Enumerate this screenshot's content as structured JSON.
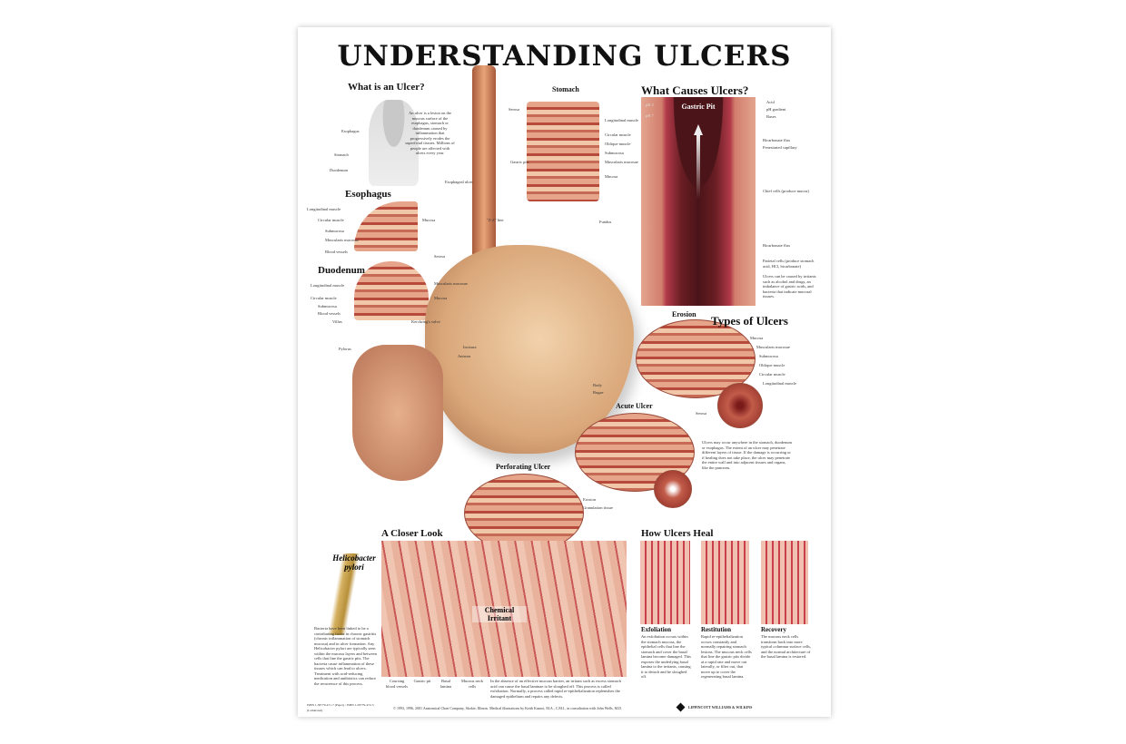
{
  "title": "UNDERSTANDING ULCERS",
  "sections": {
    "what_is": {
      "heading": "What is an Ulcer?",
      "text": "An ulcer is a lesion on the mucous surface of the esophagus, stomach or duodenum caused by inflammation that progressively erodes the superficial tissues. Millions of people are affected with ulcers every year.",
      "labels": [
        "Esophagus",
        "Stomach",
        "Duodenum"
      ]
    },
    "esophagus": {
      "heading": "Esophagus",
      "labels": [
        "Longitudinal muscle",
        "Circular muscle",
        "Submucosa",
        "Muscularis mucosae",
        "Blood vessels",
        "Mucosa"
      ]
    },
    "duodenum": {
      "heading": "Duodenum",
      "labels": [
        "Longitudinal muscle",
        "Circular muscle",
        "Submucosa",
        "Blood vessels",
        "Villus",
        "Serosa",
        "Muscularis mucosae",
        "Mucosa",
        "Kerckring's valve"
      ]
    },
    "stomach": {
      "heading": "Stomach",
      "labels": [
        "Serosa",
        "Longitudinal muscle",
        "Circular muscle",
        "Oblique muscle",
        "Submucosa",
        "Muscularis mucosae",
        "Mucosa",
        "Gastric pits"
      ]
    },
    "main_labels": [
      "Esophageal ulcer",
      "\"Z-Z\" line",
      "Fundus",
      "Pylorus",
      "Incisura",
      "Antrum",
      "Body",
      "Rugae"
    ],
    "causes": {
      "heading": "What Causes Ulcers?",
      "panel_title": "Gastric Pit",
      "ph_labels": [
        "pH 2",
        "pH 7"
      ],
      "labels": [
        "Acid",
        "pH gradient",
        "Bases",
        "Bicarbonate flux",
        "Fenestrated capillary",
        "Chief cells (produce mucus)",
        "Bicarbonate flux",
        "Parietal cells (produce stomach acid, HCl, bicarbonate)"
      ],
      "text": "Ulcers can be caused by irritants such as alcohol and drugs, an imbalance of gastric acids, and bacteria that indicate mucosal tissues."
    },
    "types": {
      "heading": "Types of Ulcers",
      "erosion": "Erosion",
      "acute": "Acute Ulcer",
      "perforating": "Perforating Ulcer",
      "labels": [
        "Mucosa",
        "Muscularis mucosae",
        "Submucosa",
        "Oblique muscle",
        "Circular muscle",
        "Longitudinal muscle",
        "Serosa",
        "Erosion",
        "Granulation tissue"
      ],
      "text": "Ulcers may occur anywhere in the stomach, duodenum or esophagus. The extent of an ulcer may penetrate different layers of tissue. If the damage is occurring or if healing does not take place, the ulcer may penetrate the entire wall and into adjacent tissues and organs, like the pancreas."
    },
    "closer": {
      "heading": "A Closer Look",
      "bacteria": "Helicobacter pylori",
      "irritant": "Chemical Irritant",
      "labels": [
        "Coursing blood vessels",
        "Gastric pit",
        "Basal lamina",
        "Mucous neck cells"
      ],
      "left_text": "Bacteria have been linked to be a contributing factor in chronic gastritis (chronic inflammation of stomach mucosa) and in ulcer formation. Any Helicobacter pylori are typically seen within the mucous layers and between cells that line the gastric pits. The bacteria cause inflammation of these tissues which can lead to ulcers. Treatment with acid-reducing medication and antibiotics can reduce the recurrence of this process.",
      "bottom_text": "In the absence of an effective mucous barrier, an irritant such as excess stomach acid can cause the basal laminae to be sloughed off. This process is called exfoliation. Normally, a process called rapid re-epithelialization replenishes the damaged epithelium and repairs any defects."
    },
    "heal": {
      "heading": "How Ulcers Heal",
      "steps": [
        {
          "title": "Exfoliation",
          "text": "An exfoliation occurs within the stomach mucosa, the epithelial cells that line the stomach and cover the basal lamina become damaged. This exposes the underlying basal lamina to the irritants, causing it to detach and be sloughed off."
        },
        {
          "title": "Restitution",
          "text": "Rapid re-epithelialization occurs constantly and normally repairing stomach lesions. The mucous neck cells that line the gastric pits divide at a rapid rate and move out laterally, or filter out, that move up to cover the regenerating basal lamina."
        },
        {
          "title": "Recovery",
          "text": "The mucous neck cells transform back into more typical columnar surface cells, and the normal architecture of the basal lamina is restored."
        }
      ]
    }
  },
  "footer": {
    "copyright": "© 1993, 1996, 2001 Anatomical Chart Company, Skokie, Illinois. Medical illustrations by Keith Kasnot, M.A., C.M.I., in consultation with John Wells, M.D.",
    "publisher": "LIPPINCOTT WILLIAMS & WILKINS",
    "isbn": "ISBN 1-58779-471-7 (Paper) / ISBN 1-58779-472-5 (Laminated)"
  },
  "colors": {
    "tissue": "#e6a58a",
    "muscle": "#b84a3c",
    "pit_bg": "#5a1a1c",
    "arrow": "#3b82d6"
  }
}
